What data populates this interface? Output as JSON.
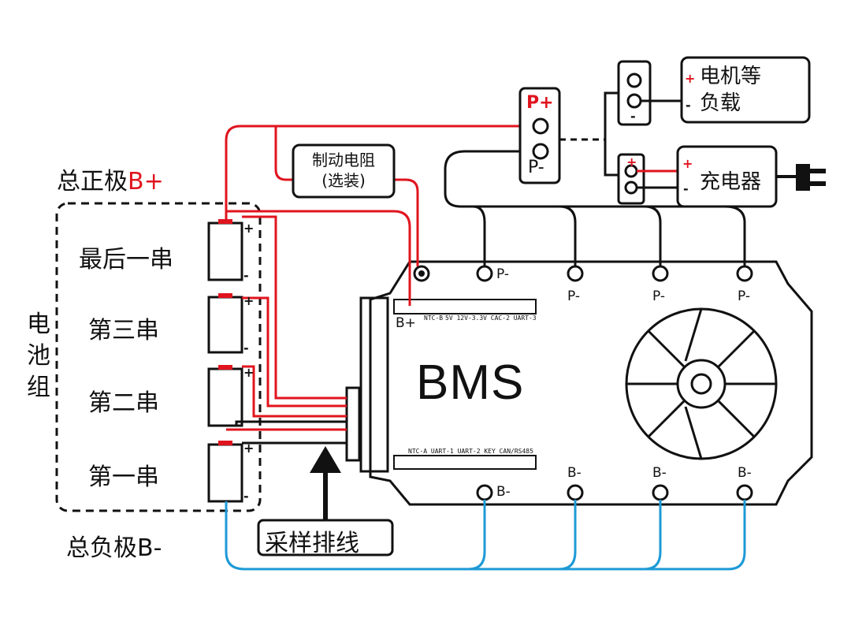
{
  "labels": {
    "total_positive_prefix": "总正极",
    "total_positive_suffix": "B+",
    "total_negative": "总负极B-",
    "battery_pack": [
      "电",
      "池",
      "组"
    ],
    "cells": [
      "最后一串",
      "第三串",
      "第二串",
      "第一串"
    ],
    "brake_resistor_line1": "制动电阻",
    "brake_resistor_line2": "(选装)",
    "sampling_harness": "采样排线",
    "bms": "BMS",
    "motor_load": [
      "电机等",
      "负载"
    ],
    "charger": "充电器",
    "p_plus": "P+",
    "p_minus": "P-",
    "b_plus": "B+",
    "b_minus": "B-",
    "plus_sign": "+",
    "minus_sign": "-",
    "connector_top": "5V 12V-3.3V CAC-2 UART-3",
    "connector_top_left": "NTC-B",
    "connector_bottom": "NTC-A  UART-1  UART-2  KEY  CAN/RS485"
  },
  "colors": {
    "positive_wire": "#e0141e",
    "negative_wire": "#1d9ad6",
    "outline": "#111111",
    "battery_cap": "#e0141e"
  }
}
